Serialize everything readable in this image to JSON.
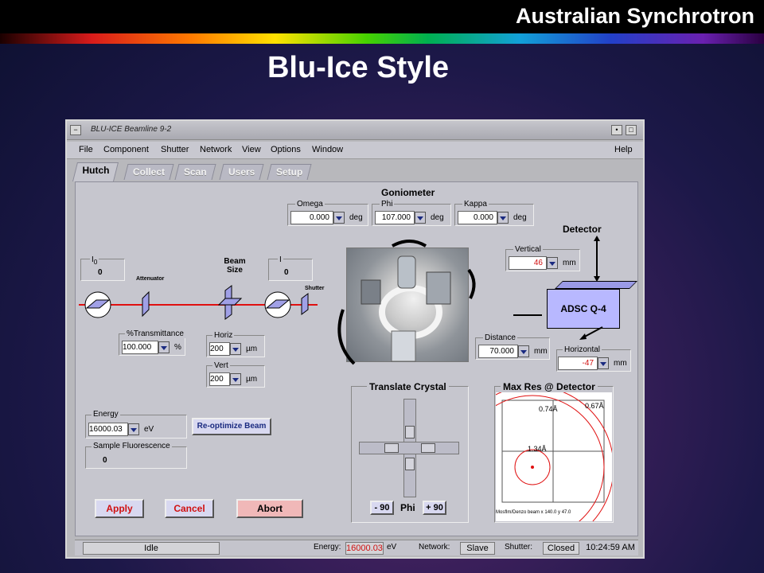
{
  "header": {
    "brand": "Australian Synchrotron",
    "title": "Blu-Ice Style"
  },
  "window": {
    "title": "BLU-ICE   Beamline 9-2"
  },
  "menu": {
    "items": [
      "File",
      "Component",
      "Shutter",
      "Network",
      "View",
      "Options",
      "Window"
    ],
    "help": "Help"
  },
  "tabs": [
    "Hutch",
    "Collect",
    "Scan",
    "Users",
    "Setup"
  ],
  "goniometer": {
    "title": "Goniometer",
    "omega": {
      "label": "Omega",
      "value": "0.000",
      "unit": "deg"
    },
    "phi": {
      "label": "Phi",
      "value": "107.000",
      "unit": "deg"
    },
    "kappa": {
      "label": "Kappa",
      "value": "0.000",
      "unit": "deg"
    }
  },
  "detector": {
    "title": "Detector",
    "vertical": {
      "label": "Vertical",
      "value": "46",
      "unit": "mm"
    },
    "name": "ADSC Q-4",
    "distance": {
      "label": "Distance",
      "value": "70.000",
      "unit": "mm"
    },
    "horizontal": {
      "label": "Horizontal",
      "value": "-47",
      "unit": "mm"
    }
  },
  "beamline": {
    "i0_label": "I",
    "i0_sub": "0",
    "i0_value": "0",
    "attenuator": "Attenuator",
    "beam_size": "Beam\nSize",
    "i_label": "I",
    "i_value": "0",
    "shutter": "Shutter",
    "transmittance": {
      "label": "%Transmittance",
      "value": "100.000",
      "unit": "%"
    },
    "horiz": {
      "label": "Horiz",
      "value": "200",
      "unit": "µm"
    },
    "vert": {
      "label": "Vert",
      "value": "200",
      "unit": "µm"
    }
  },
  "energy": {
    "label": "Energy",
    "value": "16000.03",
    "unit": "eV",
    "reoptimize": "Re-optimize Beam"
  },
  "fluorescence": {
    "label": "Sample Fluorescence",
    "value": "0"
  },
  "translate": {
    "title": "Translate Crystal",
    "minus": "- 90",
    "phi": "Phi",
    "plus": "+ 90"
  },
  "max_res": {
    "title": "Max Res @ Detector",
    "r1": "0.74Å",
    "r2": "0.67Å",
    "r3": "1.34Å",
    "footer": "Mosflm/Denzo beam  x  140.0 y  47.0"
  },
  "actions": {
    "apply": "Apply",
    "cancel": "Cancel",
    "abort": "Abort"
  },
  "status": {
    "state": "Idle",
    "energy_label": "Energy:",
    "energy_value": "16000.03",
    "energy_unit": "eV",
    "network_label": "Network:",
    "network_value": "Slave",
    "shutter_label": "Shutter:",
    "shutter_value": "Closed",
    "time": "10:24:59 AM"
  },
  "colors": {
    "beam": "#e01010",
    "detector_box": "#b8b8ff",
    "button_face": "#d8d8f0",
    "abort_face": "#f0b8b8"
  }
}
